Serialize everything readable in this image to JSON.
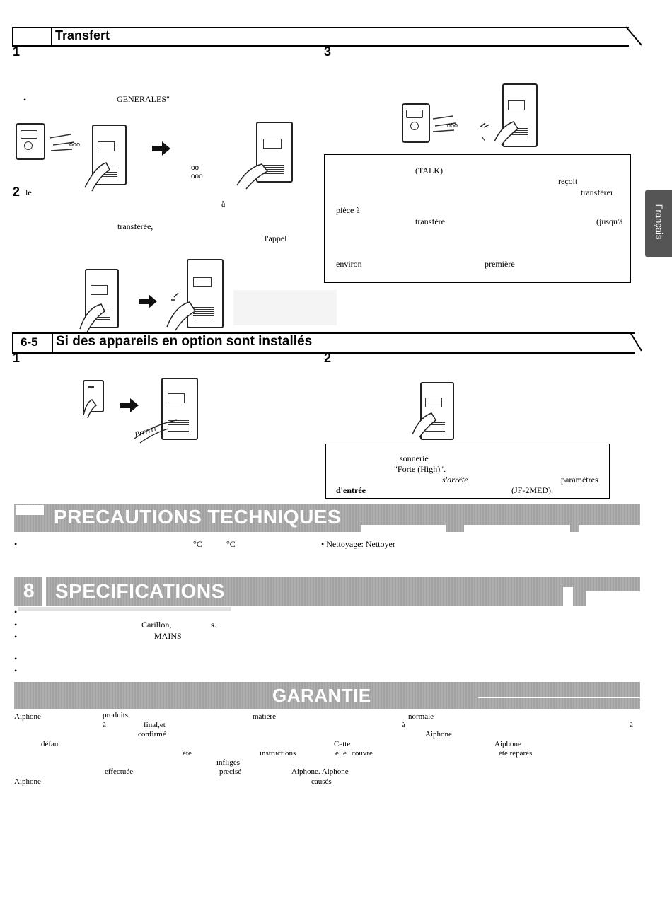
{
  "section_65_prev": {
    "title": "Transfert",
    "step1_num": "1",
    "step1_bullet": "•",
    "step1_text": "GENERALES\"",
    "step2_num": "2",
    "step2_word1": "le",
    "step2_word2": "à",
    "step2_word3": "transférée,",
    "step2_word4": "l'appel",
    "step3_num": "3",
    "note_talk": "(TALK)",
    "note_recoit": "reçoit",
    "note_transferer": "transférer",
    "note_piece": "pièce à",
    "note_transfere": "transfère",
    "note_jusqua": "(jusqu'à",
    "note_environ": "environ",
    "note_premiere": "première"
  },
  "section_65": {
    "number": "6-5",
    "title": "Si des appareils en option sont installés",
    "step1_num": "1",
    "step2_num": "2",
    "note_sonnerie": "sonnerie",
    "note_forte": "\"Forte (High)\".",
    "note_sarrete": "s'arrête",
    "note_parametres": "paramètres",
    "note_dentree": "d'entrée",
    "note_model": "(JF-2MED).",
    "sound_label": "Prrrrrr"
  },
  "section_7": {
    "title": "PRECAUTIONS TECHNIQUES",
    "bullet": "•",
    "temp1": "°C",
    "temp2": "°C",
    "nettoyage": "• Nettoyage: Nettoyer"
  },
  "section_8": {
    "number": "8",
    "title": "SPECIFICATIONS",
    "bullet": "•",
    "carillon": "Carillon,",
    "s": "s.",
    "mains": "MAINS"
  },
  "section_9": {
    "title": "GARANTIE",
    "l1_a": "Aiphone",
    "l1_b": "produits",
    "l1_c": "matière",
    "l1_d": "normale",
    "l2_a": "à",
    "l2_b": "final,et",
    "l2_c": "à",
    "l2_d": "à",
    "l3_a": "confirmé",
    "l3_b": "Aiphone",
    "l4_a": "défaut",
    "l4_b": "Cette",
    "l4_c": "Aiphone",
    "l5_a": "été",
    "l5_b": "instructions",
    "l5_c": "elle",
    "l5_d": "couvre",
    "l5_e": "été réparés",
    "l6_a": "infligés",
    "l7_a": "effectuée",
    "l7_b": "precisé",
    "l7_c": "Aiphone. Aiphone",
    "l8_a": "Aiphone",
    "l8_b": "causés"
  },
  "sidebar": {
    "language_tab": "Français"
  }
}
